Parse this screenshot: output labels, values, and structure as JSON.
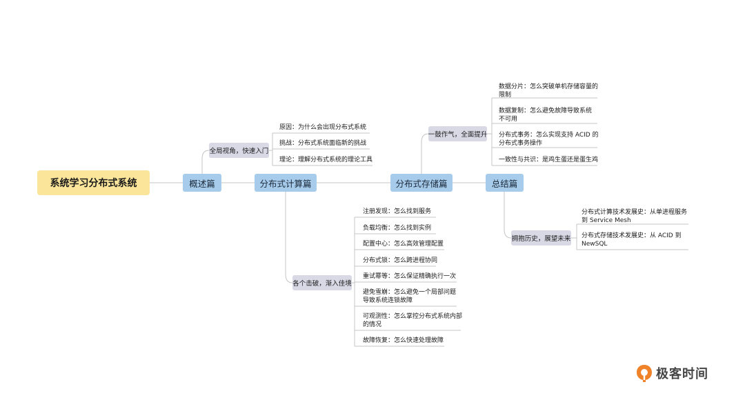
{
  "root": "系统学习分布式系统",
  "branches": {
    "overview": "概述篇",
    "compute": "分布式计算篇",
    "storage": "分布式存储篇",
    "summary": "总结篇"
  },
  "subtopics": {
    "overview_sub": "全局视角，快速入门",
    "compute_sub": "各个击破，渐入佳境",
    "storage_sub": "一鼓作气，全面提升",
    "summary_sub": "拥抱历史，展望未来"
  },
  "overview_items": [
    "原因：为什么会出现分布式系统",
    "挑战：分布式系统面临新的挑战",
    "理论：理解分布式系统的理论工具"
  ],
  "compute_items": [
    "注册发现：怎么找到服务",
    "负载均衡：怎么找到实例",
    "配置中心：怎么高效管理配置",
    "分布式锁：怎么跨进程协同",
    "重试幂等：怎么保证精确执行一次",
    [
      "避免雪崩：怎么避免一个局部问题",
      "导致系统连锁故障"
    ],
    [
      "可观测性：怎么掌控分布式系统内部",
      "的情况"
    ],
    "故障恢复：怎么快速处理故障"
  ],
  "storage_items": [
    [
      "数据分片：怎么突破单机存储容量的",
      "限制"
    ],
    [
      "数据复制：怎么避免故障导致系统",
      "不可用"
    ],
    [
      "分布式事务：怎么实现支持 ACID 的",
      "分布式事务操作"
    ],
    "一致性与共识：是鸡生蛋还是蛋生鸡"
  ],
  "summary_items": [
    [
      "分布式计算技术发展史：从单进程服务",
      "到 Service Mesh"
    ],
    [
      "分布式存储技术发展史：从 ACID 到",
      "NewSQL"
    ]
  ],
  "logo": {
    "text": "极客时间"
  },
  "colors": {
    "root_fill": "#fbe59a",
    "branch_fill": "#a7cbeb",
    "sub_fill": "#d9d9e6",
    "line": "#c4c4c4",
    "logo_orange": "#f0822a"
  }
}
